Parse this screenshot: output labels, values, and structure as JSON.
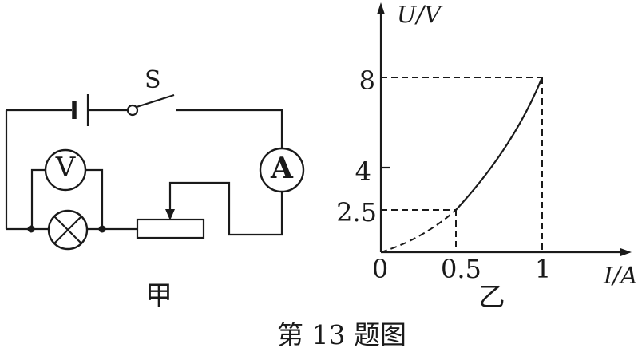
{
  "caption": "第 13 题图",
  "colors": {
    "ink": "#1a1a1a",
    "background": "#ffffff"
  },
  "circuit": {
    "panel_label": "甲",
    "switch_label": "S",
    "voltmeter_label": "V",
    "ammeter_label": "A"
  },
  "graph": {
    "panel_label": "乙",
    "y_axis_label": "U/V",
    "x_axis_label": "I/A",
    "y_tick_8": "8",
    "y_tick_4": "4",
    "y_tick_2_5": "2.5",
    "x_tick_0": "0",
    "x_tick_0_5": "0.5",
    "x_tick_1": "1"
  },
  "chart_data": {
    "type": "line",
    "title": "",
    "xlabel": "I/A",
    "ylabel": "U/V",
    "xlim": [
      0,
      1.15
    ],
    "ylim": [
      0,
      10.5
    ],
    "xticks": [
      0,
      0.5,
      1
    ],
    "yticks": [
      2.5,
      4,
      8
    ],
    "grid": false,
    "legend_position": "none",
    "series": [
      {
        "name": "lamp U-I curve (dashed low-current extrapolation)",
        "style": "dashed",
        "points": [
          [
            0,
            0
          ],
          [
            0.1,
            0.35
          ],
          [
            0.2,
            0.8
          ],
          [
            0.3,
            1.3
          ],
          [
            0.4,
            1.85
          ],
          [
            0.5,
            2.5
          ]
        ]
      },
      {
        "name": "lamp U-I curve (solid measured section)",
        "style": "solid",
        "points": [
          [
            0.5,
            2.5
          ],
          [
            0.6,
            3.2
          ],
          [
            0.7,
            4.1
          ],
          [
            0.8,
            5.2
          ],
          [
            0.9,
            6.5
          ],
          [
            1.0,
            8.0
          ]
        ]
      }
    ],
    "key_points": [
      [
        0.5,
        2.5
      ],
      [
        1.0,
        8.0
      ]
    ],
    "guides": [
      {
        "type": "dashed",
        "from": [
          0,
          8
        ],
        "to": [
          1,
          8
        ]
      },
      {
        "type": "dashed",
        "from": [
          1,
          0
        ],
        "to": [
          1,
          8
        ]
      },
      {
        "type": "dashed",
        "from": [
          0,
          2.5
        ],
        "to": [
          0.5,
          2.5
        ]
      },
      {
        "type": "dashed",
        "from": [
          0.5,
          0
        ],
        "to": [
          0.5,
          2.5
        ]
      }
    ]
  }
}
